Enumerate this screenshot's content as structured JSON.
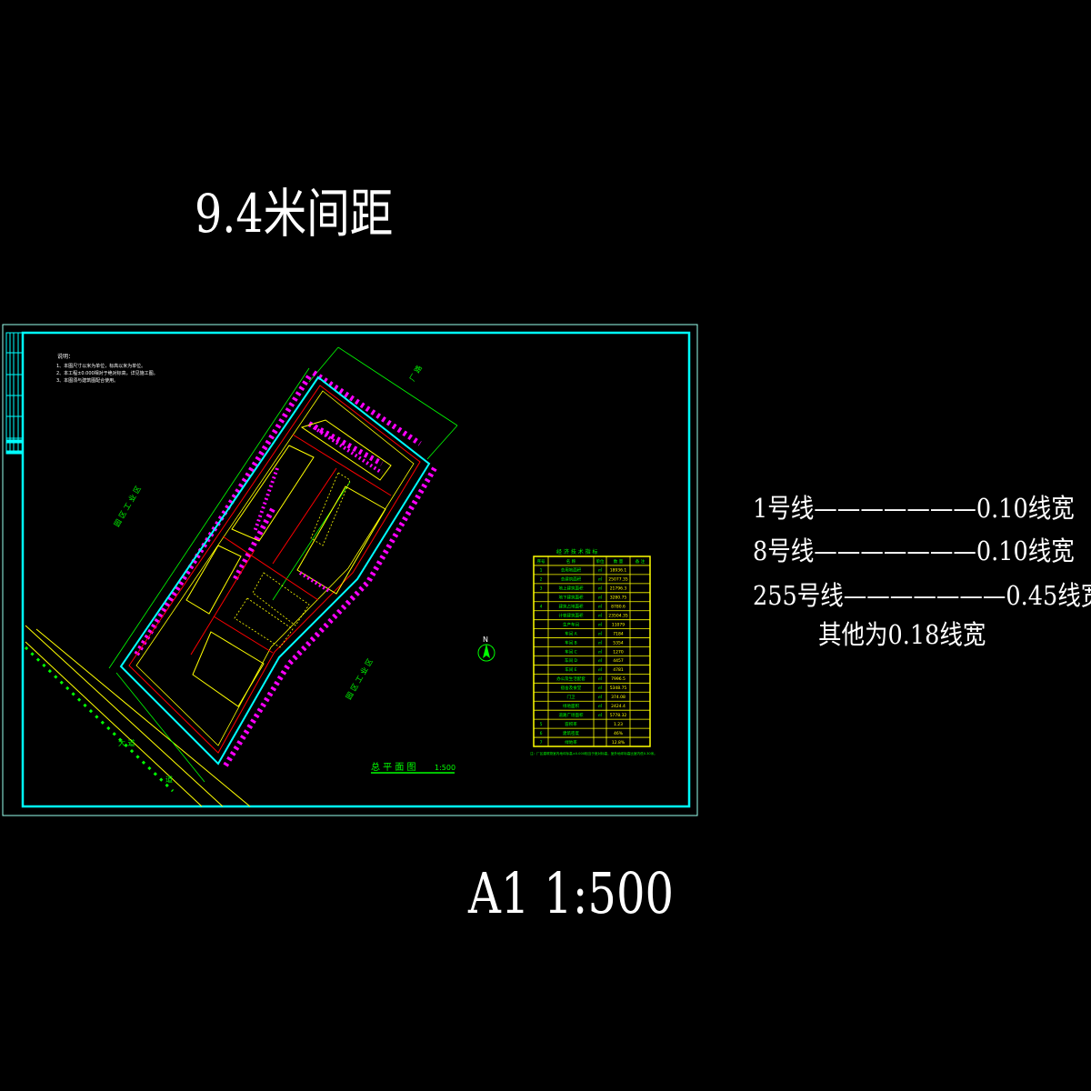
{
  "heading": "9.4米间距",
  "scale_label": "A1 1:500",
  "legend": [
    {
      "line": "1号线",
      "dashes": "———————",
      "width": "0.10线宽"
    },
    {
      "line": "8号线",
      "dashes": "———————",
      "width": "0.10线宽"
    },
    {
      "line": "255号线",
      "dashes": "———————",
      "width": "0.45线宽"
    }
  ],
  "legend_other": "其他为0.18线宽",
  "drawing": {
    "plan_title": "总 平 面 图",
    "plan_scale": "1:500",
    "notes_title": "说明：",
    "notes": [
      "1、本图尺寸以米为单位，标高以米为单位。",
      "2、本工程±0.000相对于绝对标高，详见施工图。",
      "3、本图须与建筑图配合使用。"
    ],
    "north_label": "N",
    "labels": {
      "road_main": "大 道",
      "road_side": "道",
      "neighbor_west": "园 区 工 业 区",
      "neighbor_east": "园 区 工 业 区",
      "road_north": "厂 路"
    },
    "table": {
      "title": "经 济 技 术 指 标",
      "headers": [
        "序号",
        "名 称",
        "单位",
        "数 量",
        "备 注"
      ],
      "rows": [
        [
          "1",
          "总用地面积",
          "㎡",
          "18936.1",
          ""
        ],
        [
          "2",
          "总建筑面积",
          "㎡",
          "25077.35",
          ""
        ],
        [
          "3",
          "地上建筑面积",
          "㎡",
          "21796.3",
          ""
        ],
        [
          "",
          "地下建筑面积",
          "㎡",
          "3280.75",
          ""
        ],
        [
          "4",
          "建筑占地面积",
          "㎡",
          "8780.6",
          ""
        ],
        [
          "",
          "计容建筑面积",
          "㎡",
          "23504.35",
          ""
        ],
        [
          "",
          "生产车间",
          "㎡",
          "11079",
          ""
        ],
        [
          "",
          "车间 A",
          "㎡",
          "7184",
          ""
        ],
        [
          "",
          "车间 B",
          "㎡",
          "5354",
          ""
        ],
        [
          "",
          "车间 C",
          "㎡",
          "1270",
          ""
        ],
        [
          "",
          "车间 D",
          "㎡",
          "4457",
          ""
        ],
        [
          "",
          "车间 E",
          "㎡",
          "4781",
          ""
        ],
        [
          "",
          "办公及生活配套",
          "㎡",
          "7996.5",
          ""
        ],
        [
          "",
          "宿舍及食堂",
          "㎡",
          "5348.75",
          ""
        ],
        [
          "",
          "门卫",
          "㎡",
          "374.08",
          ""
        ],
        [
          "",
          "绿地面积",
          "㎡",
          "2424.4",
          ""
        ],
        [
          "",
          "道路广场面积",
          "㎡",
          "5778.32",
          ""
        ],
        [
          "5",
          "容积率",
          "",
          "1.23",
          ""
        ],
        [
          "6",
          "建筑密度",
          "",
          "46%",
          ""
        ],
        [
          "7",
          "绿地率",
          "",
          "12.8%",
          ""
        ]
      ],
      "footnote": "注：厂区建筑物室内地坪标高±0.000相当于绝对标高，室外地坪标高比室内低0.30米。"
    },
    "colors": {
      "frame": "#00ffff",
      "boundary": "#00ffff",
      "trees": "#ff00ff",
      "buildings": "#ffff00",
      "redline": "#ff0000",
      "dims": "#00ff00",
      "text": "#ffffff"
    }
  }
}
